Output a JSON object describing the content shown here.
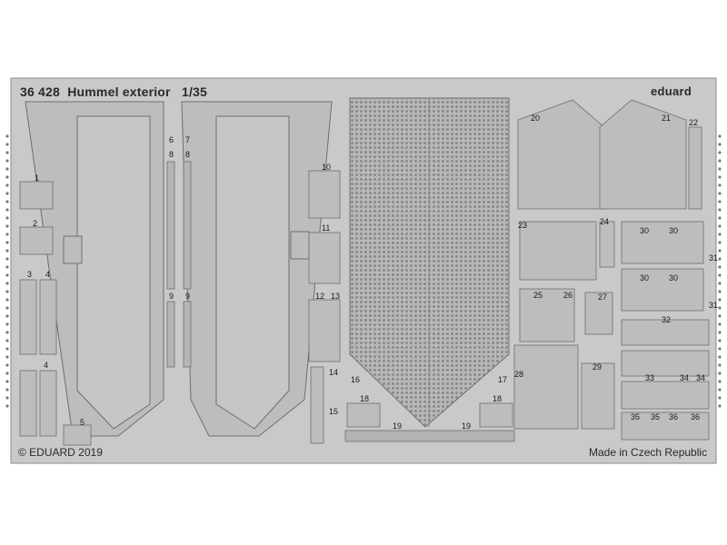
{
  "sheet": {
    "code": "36 428",
    "name": "Hummel exterior",
    "scale": "1/35",
    "brand": "eduard",
    "copyright": "© EDUARD 2019",
    "origin": "Made in Czech Republic"
  },
  "colors": {
    "fret": "#c9c9c9",
    "part": "#bdbdbd",
    "outline": "#6e6e6e",
    "mesh": "#9a9a9a",
    "dark": "#555555"
  },
  "part_numbers": [
    "1",
    "2",
    "3",
    "4",
    "4",
    "5",
    "6",
    "7",
    "8",
    "8",
    "9",
    "9",
    "10",
    "11",
    "12",
    "13",
    "14",
    "15",
    "16",
    "17",
    "18",
    "18",
    "19",
    "19",
    "20",
    "21",
    "22",
    "23",
    "24",
    "25",
    "26",
    "27",
    "28",
    "29",
    "30",
    "30",
    "30",
    "30",
    "31",
    "31",
    "32",
    "33",
    "34",
    "34",
    "35",
    "35",
    "36",
    "36"
  ]
}
